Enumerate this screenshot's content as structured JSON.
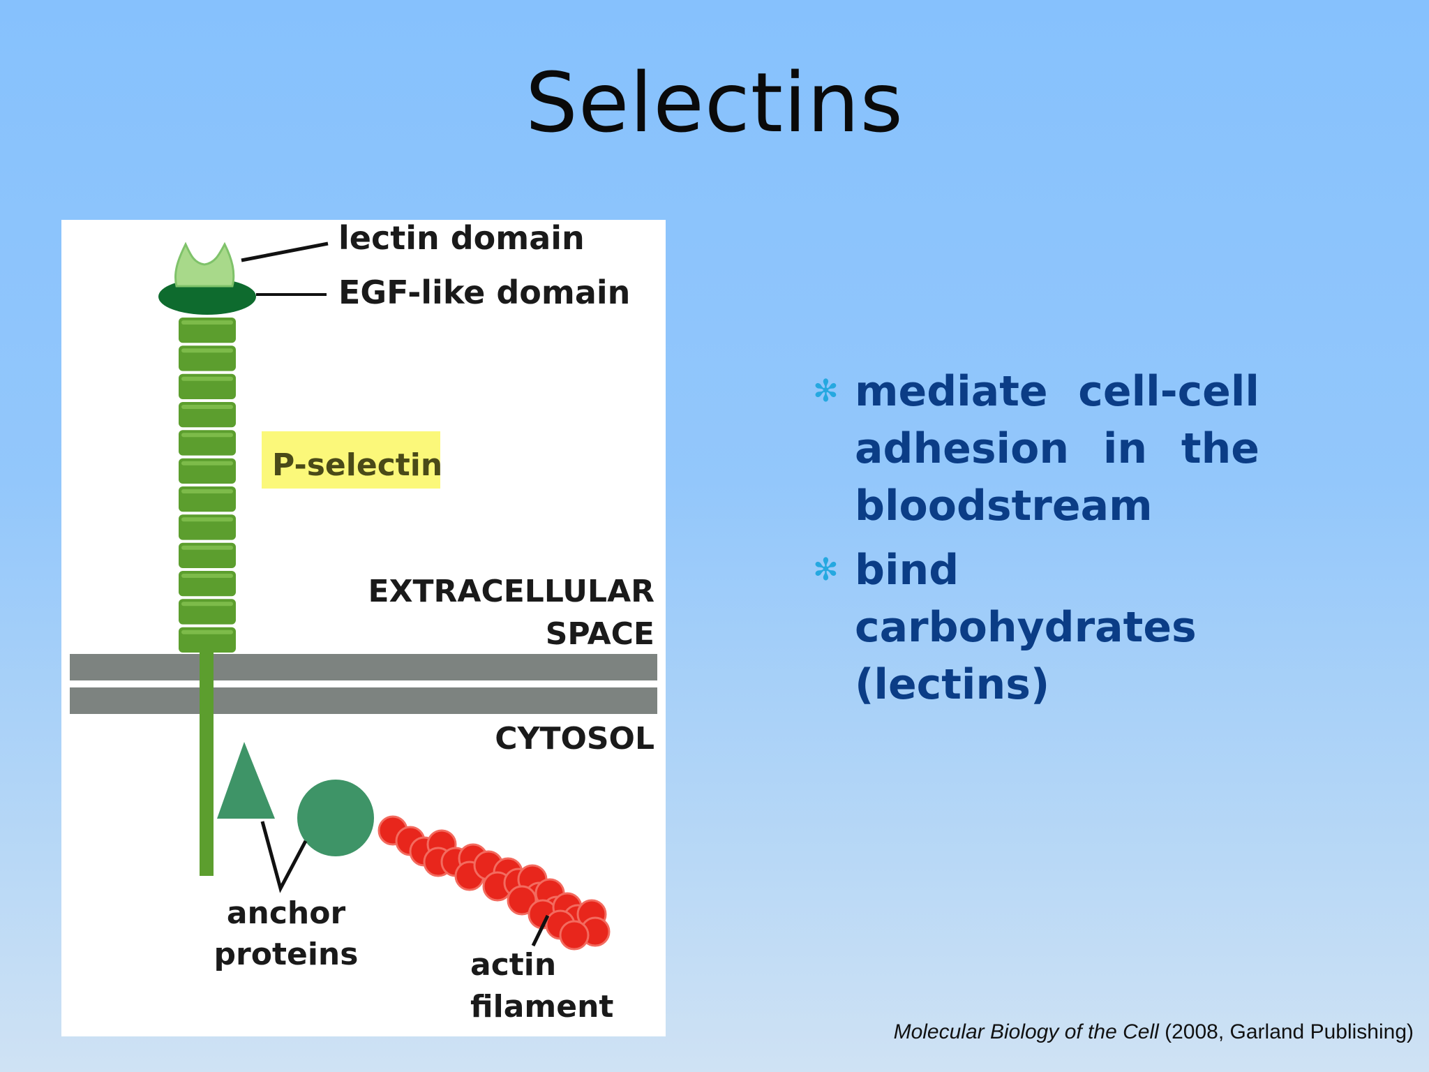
{
  "slide": {
    "title": "Selectins",
    "bullets": [
      {
        "text": "mediate cell-cell adhesion in the bloodstream"
      },
      {
        "text": "bind carbohydrates (lectins)"
      }
    ],
    "bullet_icon": "asterisk-icon",
    "citation": {
      "title": "Molecular Biology of the Cell",
      "details": " (2008, Garland Publishing)"
    }
  },
  "figure": {
    "labels": {
      "lectin_domain": "lectin domain",
      "egf_domain": "EGF-like domain",
      "p_selectin": "P-selectin",
      "extracellular_line1": "EXTRACELLULAR",
      "extracellular_line2": "SPACE",
      "cytosol": "CYTOSOL",
      "anchor_line1": "anchor",
      "anchor_line2": "proteins",
      "actin_line1": "actin",
      "actin_line2": "filament"
    },
    "colors": {
      "lectin": "#a8d98a",
      "egf": "#0e6b2e",
      "repeat": "#5c9e2e",
      "membrane": "#7d8380",
      "anchor": "#3e9467",
      "actin": "#e8261c",
      "highlight": "#fbf87a"
    }
  }
}
